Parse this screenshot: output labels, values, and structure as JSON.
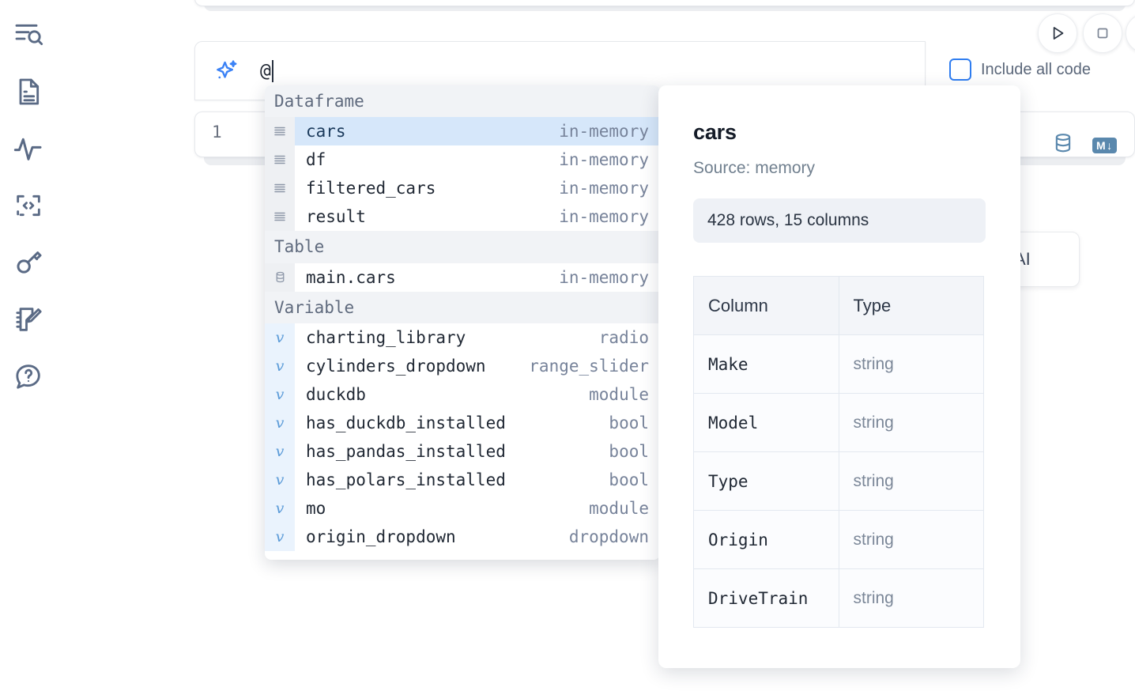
{
  "sidebar": {
    "items": [
      {
        "name": "explorer-search-icon",
        "label": "Explorer search"
      },
      {
        "name": "document-icon",
        "label": "Documentation"
      },
      {
        "name": "activity-icon",
        "label": "Activity"
      },
      {
        "name": "code-snippet-icon",
        "label": "Snippets"
      },
      {
        "name": "key-icon",
        "label": "Secrets"
      },
      {
        "name": "notebook-edit-icon",
        "label": "Scratchpad"
      },
      {
        "name": "help-chat-icon",
        "label": "Help"
      }
    ]
  },
  "toolbar": {
    "run_label": "Run",
    "stop_label": "Stop",
    "more_label": "More",
    "include_all_code_label": "Include all code",
    "include_all_code_checked": false
  },
  "ai_bar": {
    "icon": "sparkle-icon",
    "input_value": "@",
    "placeholder": ""
  },
  "ai_button": {
    "label": "AI"
  },
  "code_cell": {
    "line_number": "1",
    "database_icon": "database-icon",
    "markdown_badge": "M",
    "markdown_arrow": "↓"
  },
  "autocomplete": {
    "sections": [
      {
        "header": "Dataframe",
        "gutter_style": "gray",
        "icon": "dataframe-icon",
        "items": [
          {
            "name": "cars",
            "meta": "in-memory",
            "selected": true
          },
          {
            "name": "df",
            "meta": "in-memory",
            "selected": false
          },
          {
            "name": "filtered_cars",
            "meta": "in-memory",
            "selected": false
          },
          {
            "name": "result",
            "meta": "in-memory",
            "selected": false
          }
        ]
      },
      {
        "header": "Table",
        "gutter_style": "gray",
        "icon": "table-database-icon",
        "items": [
          {
            "name": "main.cars",
            "meta": "in-memory",
            "selected": false
          }
        ]
      },
      {
        "header": "Variable",
        "gutter_style": "blue",
        "icon": "variable-icon",
        "items": [
          {
            "name": "charting_library",
            "meta": "radio",
            "selected": false
          },
          {
            "name": "cylinders_dropdown",
            "meta": "range_slider",
            "selected": false
          },
          {
            "name": "duckdb",
            "meta": "module",
            "selected": false
          },
          {
            "name": "has_duckdb_installed",
            "meta": "bool",
            "selected": false
          },
          {
            "name": "has_pandas_installed",
            "meta": "bool",
            "selected": false
          },
          {
            "name": "has_polars_installed",
            "meta": "bool",
            "selected": false
          },
          {
            "name": "mo",
            "meta": "module",
            "selected": false
          },
          {
            "name": "origin_dropdown",
            "meta": "dropdown",
            "selected": false
          }
        ]
      }
    ]
  },
  "detail": {
    "title": "cars",
    "source": "Source: memory",
    "stats": "428 rows, 15 columns",
    "columns_header": "Column",
    "type_header": "Type",
    "rows": [
      {
        "column": "Make",
        "type": "string"
      },
      {
        "column": "Model",
        "type": "string"
      },
      {
        "column": "Type",
        "type": "string"
      },
      {
        "column": "Origin",
        "type": "string"
      },
      {
        "column": "DriveTrain",
        "type": "string"
      }
    ]
  },
  "colors": {
    "accent_blue": "#2f7df0",
    "selection_blue": "#d6e7fa",
    "icon_slate": "#5a6a85",
    "badge_blue": "#5a88ad"
  }
}
